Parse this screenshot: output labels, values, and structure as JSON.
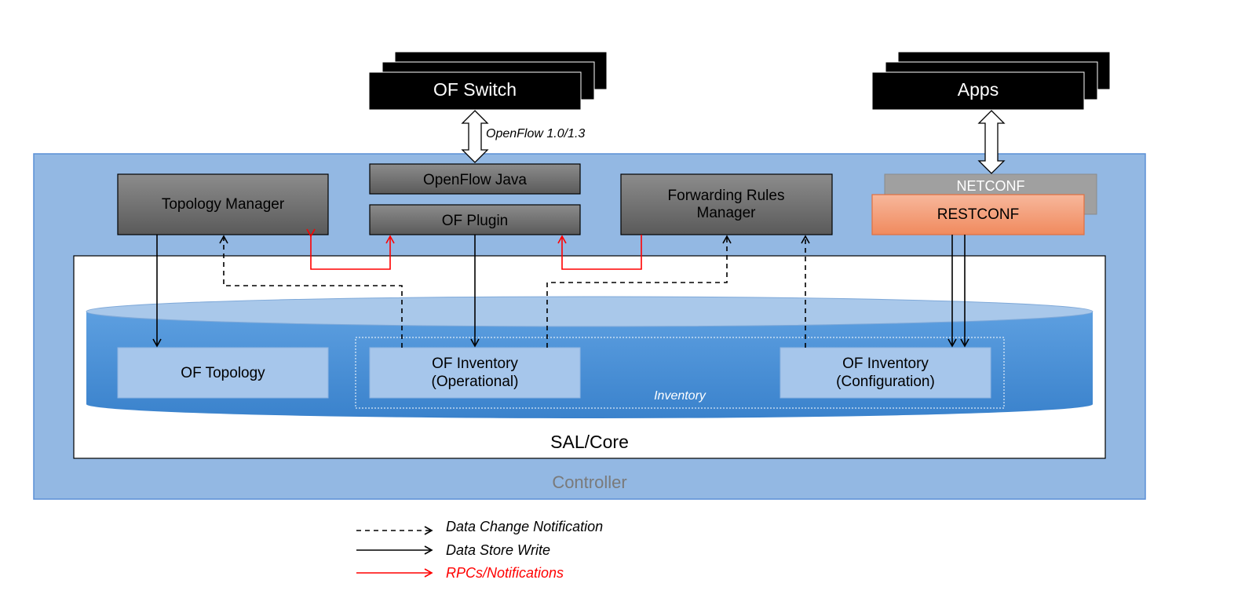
{
  "nodes": {
    "of_switch": "OF Switch",
    "apps": "Apps",
    "openflow_protocol": "OpenFlow 1.0/1.3",
    "topology_manager": "Topology Manager",
    "openflow_java": "OpenFlow Java",
    "of_plugin": "OF Plugin",
    "frm_line1": "Forwarding Rules",
    "frm_line2": "Manager",
    "netconf": "NETCONF",
    "restconf": "RESTCONF",
    "of_topology": "OF Topology",
    "inv_op_line1": "OF Inventory",
    "inv_op_line2": "(Operational)",
    "inv_cfg_line1": "OF Inventory",
    "inv_cfg_line2": "(Configuration)",
    "inventory": "Inventory",
    "sal_core": "SAL/Core",
    "controller": "Controller"
  },
  "legend": [
    {
      "label": "Data Change Notification",
      "style": "dashed",
      "color": "#000000"
    },
    {
      "label": "Data Store Write",
      "style": "solid",
      "color": "#000000"
    },
    {
      "label": "RPCs/Notifications",
      "style": "solid",
      "color": "#ff0000"
    }
  ],
  "colors": {
    "controller_bg": "#93b8e3",
    "controller_border": "#5b8fd6",
    "datastore": "#4a8fd4",
    "gray_box_top": "#8a8a8a",
    "gray_box_bottom": "#5e5e5e",
    "restconf": "#f4a07c",
    "rpc": "#ff0000"
  }
}
